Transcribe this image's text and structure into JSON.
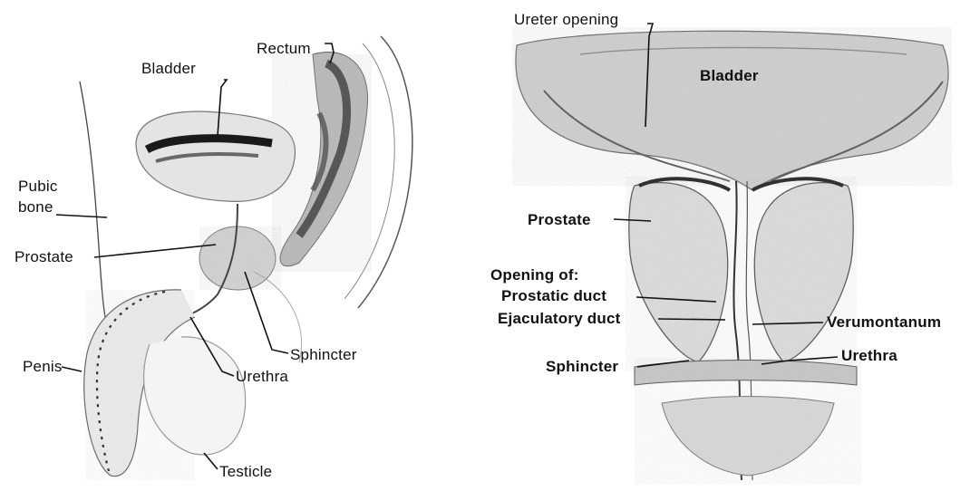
{
  "left_panel": {
    "labels": {
      "bladder": "Bladder",
      "rectum": "Rectum",
      "pubic_bone": "Pubic\nbone",
      "prostate": "Prostate",
      "penis": "Penis",
      "sphincter": "Sphincter",
      "urethra": "Urethra",
      "testicle": "Testicle"
    }
  },
  "right_panel": {
    "labels": {
      "ureter_opening": "Ureter opening",
      "bladder": "Bladder",
      "prostate": "Prostate",
      "opening_of": "Opening of:",
      "prostatic_duct": "Prostatic duct",
      "ejaculatory_duct": "Ejaculatory duct",
      "verumontanum": "Verumontanum",
      "sphincter": "Sphincter",
      "urethra": "Urethra"
    }
  }
}
